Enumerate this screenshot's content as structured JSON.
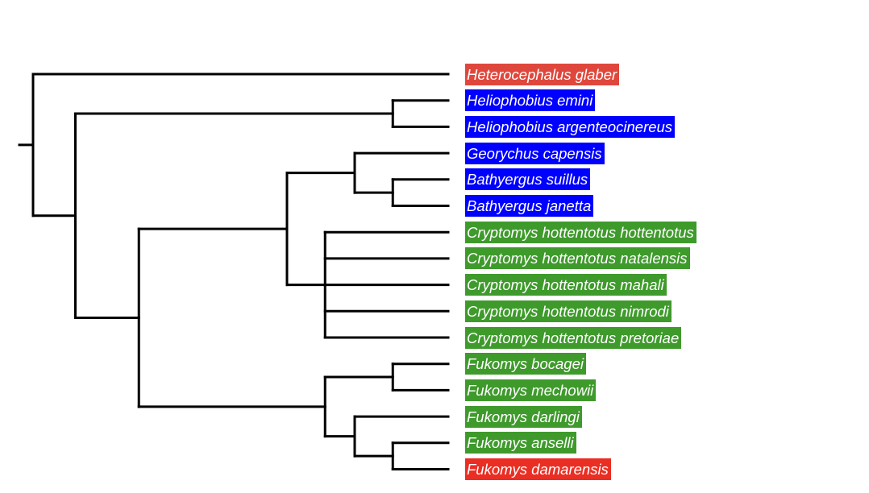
{
  "title": "",
  "group_colors": {
    "outgroup": "#e0473c",
    "blue": "#0000ff",
    "green": "#3f9a2c",
    "red": "#ea2e23"
  },
  "taxa": [
    {
      "name": "Heterocephalus glaber",
      "group": "outgroup"
    },
    {
      "name": "Heliophobius emini",
      "group": "blue"
    },
    {
      "name": "Heliophobius argenteocinereus",
      "group": "blue"
    },
    {
      "name": "Georychus capensis",
      "group": "blue"
    },
    {
      "name": "Bathyergus suillus",
      "group": "blue"
    },
    {
      "name": "Bathyergus janetta",
      "group": "blue"
    },
    {
      "name": "Cryptomys hottentotus hottentotus",
      "group": "green"
    },
    {
      "name": "Cryptomys hottentotus natalensis",
      "group": "green"
    },
    {
      "name": "Cryptomys hottentotus mahali",
      "group": "green"
    },
    {
      "name": "Cryptomys hottentotus nimrodi",
      "group": "green"
    },
    {
      "name": "Cryptomys hottentotus pretoriae",
      "group": "green"
    },
    {
      "name": "Fukomys bocagei",
      "group": "green"
    },
    {
      "name": "Fukomys mechowii",
      "group": "green"
    },
    {
      "name": "Fukomys darlingi",
      "group": "green"
    },
    {
      "name": "Fukomys anselli",
      "group": "green"
    },
    {
      "name": "Fukomys damarensis",
      "group": "red"
    }
  ],
  "tree": {
    "depth": 0,
    "children": [
      {
        "leaf": 0
      },
      {
        "depth": 1,
        "children": [
          {
            "depth": 8.5,
            "children": [
              {
                "leaf": 1
              },
              {
                "leaf": 2
              }
            ]
          },
          {
            "depth": 2.5,
            "children": [
              {
                "depth": 6,
                "children": [
                  {
                    "depth": 7.6,
                    "children": [
                      {
                        "leaf": 3
                      },
                      {
                        "depth": 8.5,
                        "children": [
                          {
                            "leaf": 4
                          },
                          {
                            "leaf": 5
                          }
                        ]
                      }
                    ]
                  },
                  {
                    "depth": 6.9,
                    "children": [
                      {
                        "leaf": 6
                      },
                      {
                        "leaf": 7
                      },
                      {
                        "leaf": 8
                      },
                      {
                        "leaf": 9
                      },
                      {
                        "leaf": 10
                      }
                    ]
                  }
                ]
              },
              {
                "depth": 6.9,
                "children": [
                  {
                    "depth": 8.5,
                    "children": [
                      {
                        "leaf": 11
                      },
                      {
                        "leaf": 12
                      }
                    ]
                  },
                  {
                    "depth": 7.6,
                    "children": [
                      {
                        "leaf": 13
                      },
                      {
                        "depth": 8.5,
                        "children": [
                          {
                            "leaf": 14
                          },
                          {
                            "leaf": 15
                          }
                        ]
                      }
                    ]
                  }
                ]
              }
            ]
          }
        ]
      }
    ]
  }
}
